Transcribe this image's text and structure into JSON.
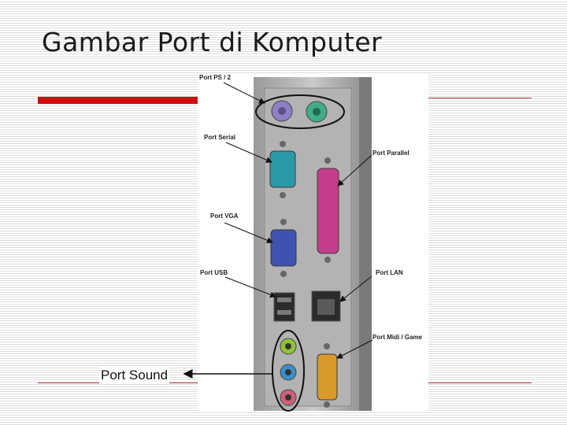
{
  "slide": {
    "title": "Gambar Port di Komputer",
    "callout_label": "Port Sound"
  },
  "photo": {
    "labels": {
      "ps2": "Port PS / 2",
      "serial": "Port Serial",
      "parallel": "Port Parallel",
      "vga": "Port VGA",
      "usb": "Port USB",
      "lan": "Port LAN",
      "midi": "Port Midi / Game"
    }
  },
  "colors": {
    "accent_red": "#cc0f0f",
    "ps2_mouse": "#8f7fc4",
    "ps2_keyboard": "#3fae86",
    "serial": "#2a9aa8",
    "parallel": "#c43d8a",
    "vga": "#3f52b0",
    "game": "#d99a2b",
    "audio_green": "#8fc33a",
    "audio_blue": "#3a8fc8",
    "audio_pink": "#d0607a"
  }
}
